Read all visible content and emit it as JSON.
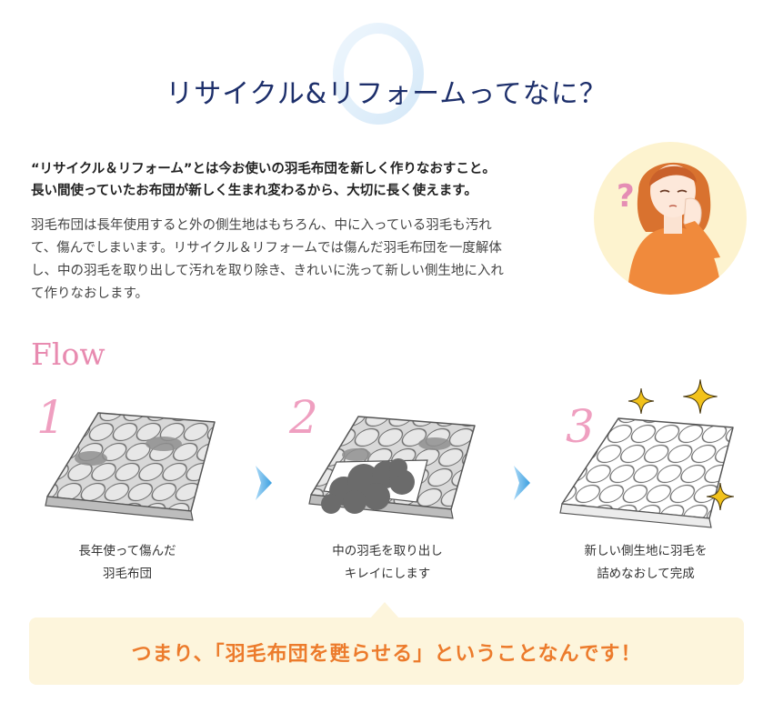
{
  "header": {
    "title": "リサイクル&リフォームってなに？"
  },
  "intro": {
    "lead_line1": "“リサイクル＆リフォーム”とは今お使いの羽毛布団を新しく作りなおすこと。",
    "lead_line2": "長い間使っていたお布団が新しく生まれ変わるから、大切に長く使えます。",
    "body_line1": "羽毛布団は長年使用すると外の側生地はもちろん、中に入っている羽毛も汚れ",
    "body_line2": "て、傷んでしまいます。リサイクル＆リフォームでは傷んだ羽毛布団を一度解体",
    "body_line3": "し、中の羽毛を取り出して汚れを取り除き、きれいに洗って新しい側生地に入れ",
    "body_line4": "て作りなおします。"
  },
  "avatar": {
    "mark": "?"
  },
  "flow": {
    "heading": "Flow",
    "steps": [
      {
        "number": "1",
        "caption_line1": "長年使って傷んだ",
        "caption_line2": "羽毛布団",
        "icon": "worn-futon-icon"
      },
      {
        "number": "2",
        "caption_line1": "中の羽毛を取り出し",
        "caption_line2": "キレイにします",
        "icon": "open-futon-icon"
      },
      {
        "number": "3",
        "caption_line1": "新しい側生地に羽毛を",
        "caption_line2": "詰めなおして完成",
        "icon": "new-futon-icon"
      }
    ]
  },
  "summary": {
    "text": "つまり、「羽毛布団を甦らせる」ということなんです！"
  },
  "colors": {
    "title": "#1d2f6b",
    "flow": "#e88bb0",
    "accent": "#ec7b2c",
    "summary_bg": "#fdf5dc",
    "arrow": "#4aa9e4",
    "avatar_bg": "#fdf3cf",
    "sparkle": "#f2c21a"
  }
}
